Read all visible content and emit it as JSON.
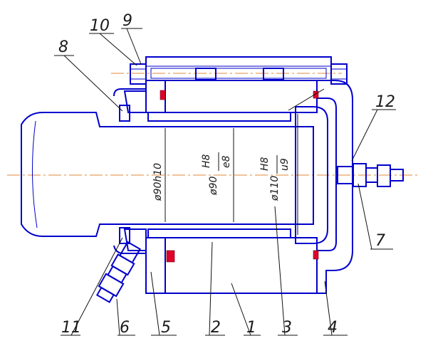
{
  "drawing": {
    "callouts": [
      "10",
      "9",
      "8",
      "12",
      "7",
      "11",
      "6",
      "5",
      "2",
      "1",
      "3",
      "4"
    ],
    "dimensions": {
      "shaft": "ø90h10",
      "bore_prefix": "ø90",
      "bore_fit_top": "H8",
      "bore_fit_bottom": "e8",
      "outer_prefix": "ø110",
      "outer_fit_top": "H8",
      "outer_fit_bottom": "u9"
    },
    "colors": {
      "outline": "#0000cc",
      "hatch": "#0000cc",
      "seal": "#e0002a",
      "centerline": "#e08a3a",
      "leader": "#111111"
    }
  }
}
